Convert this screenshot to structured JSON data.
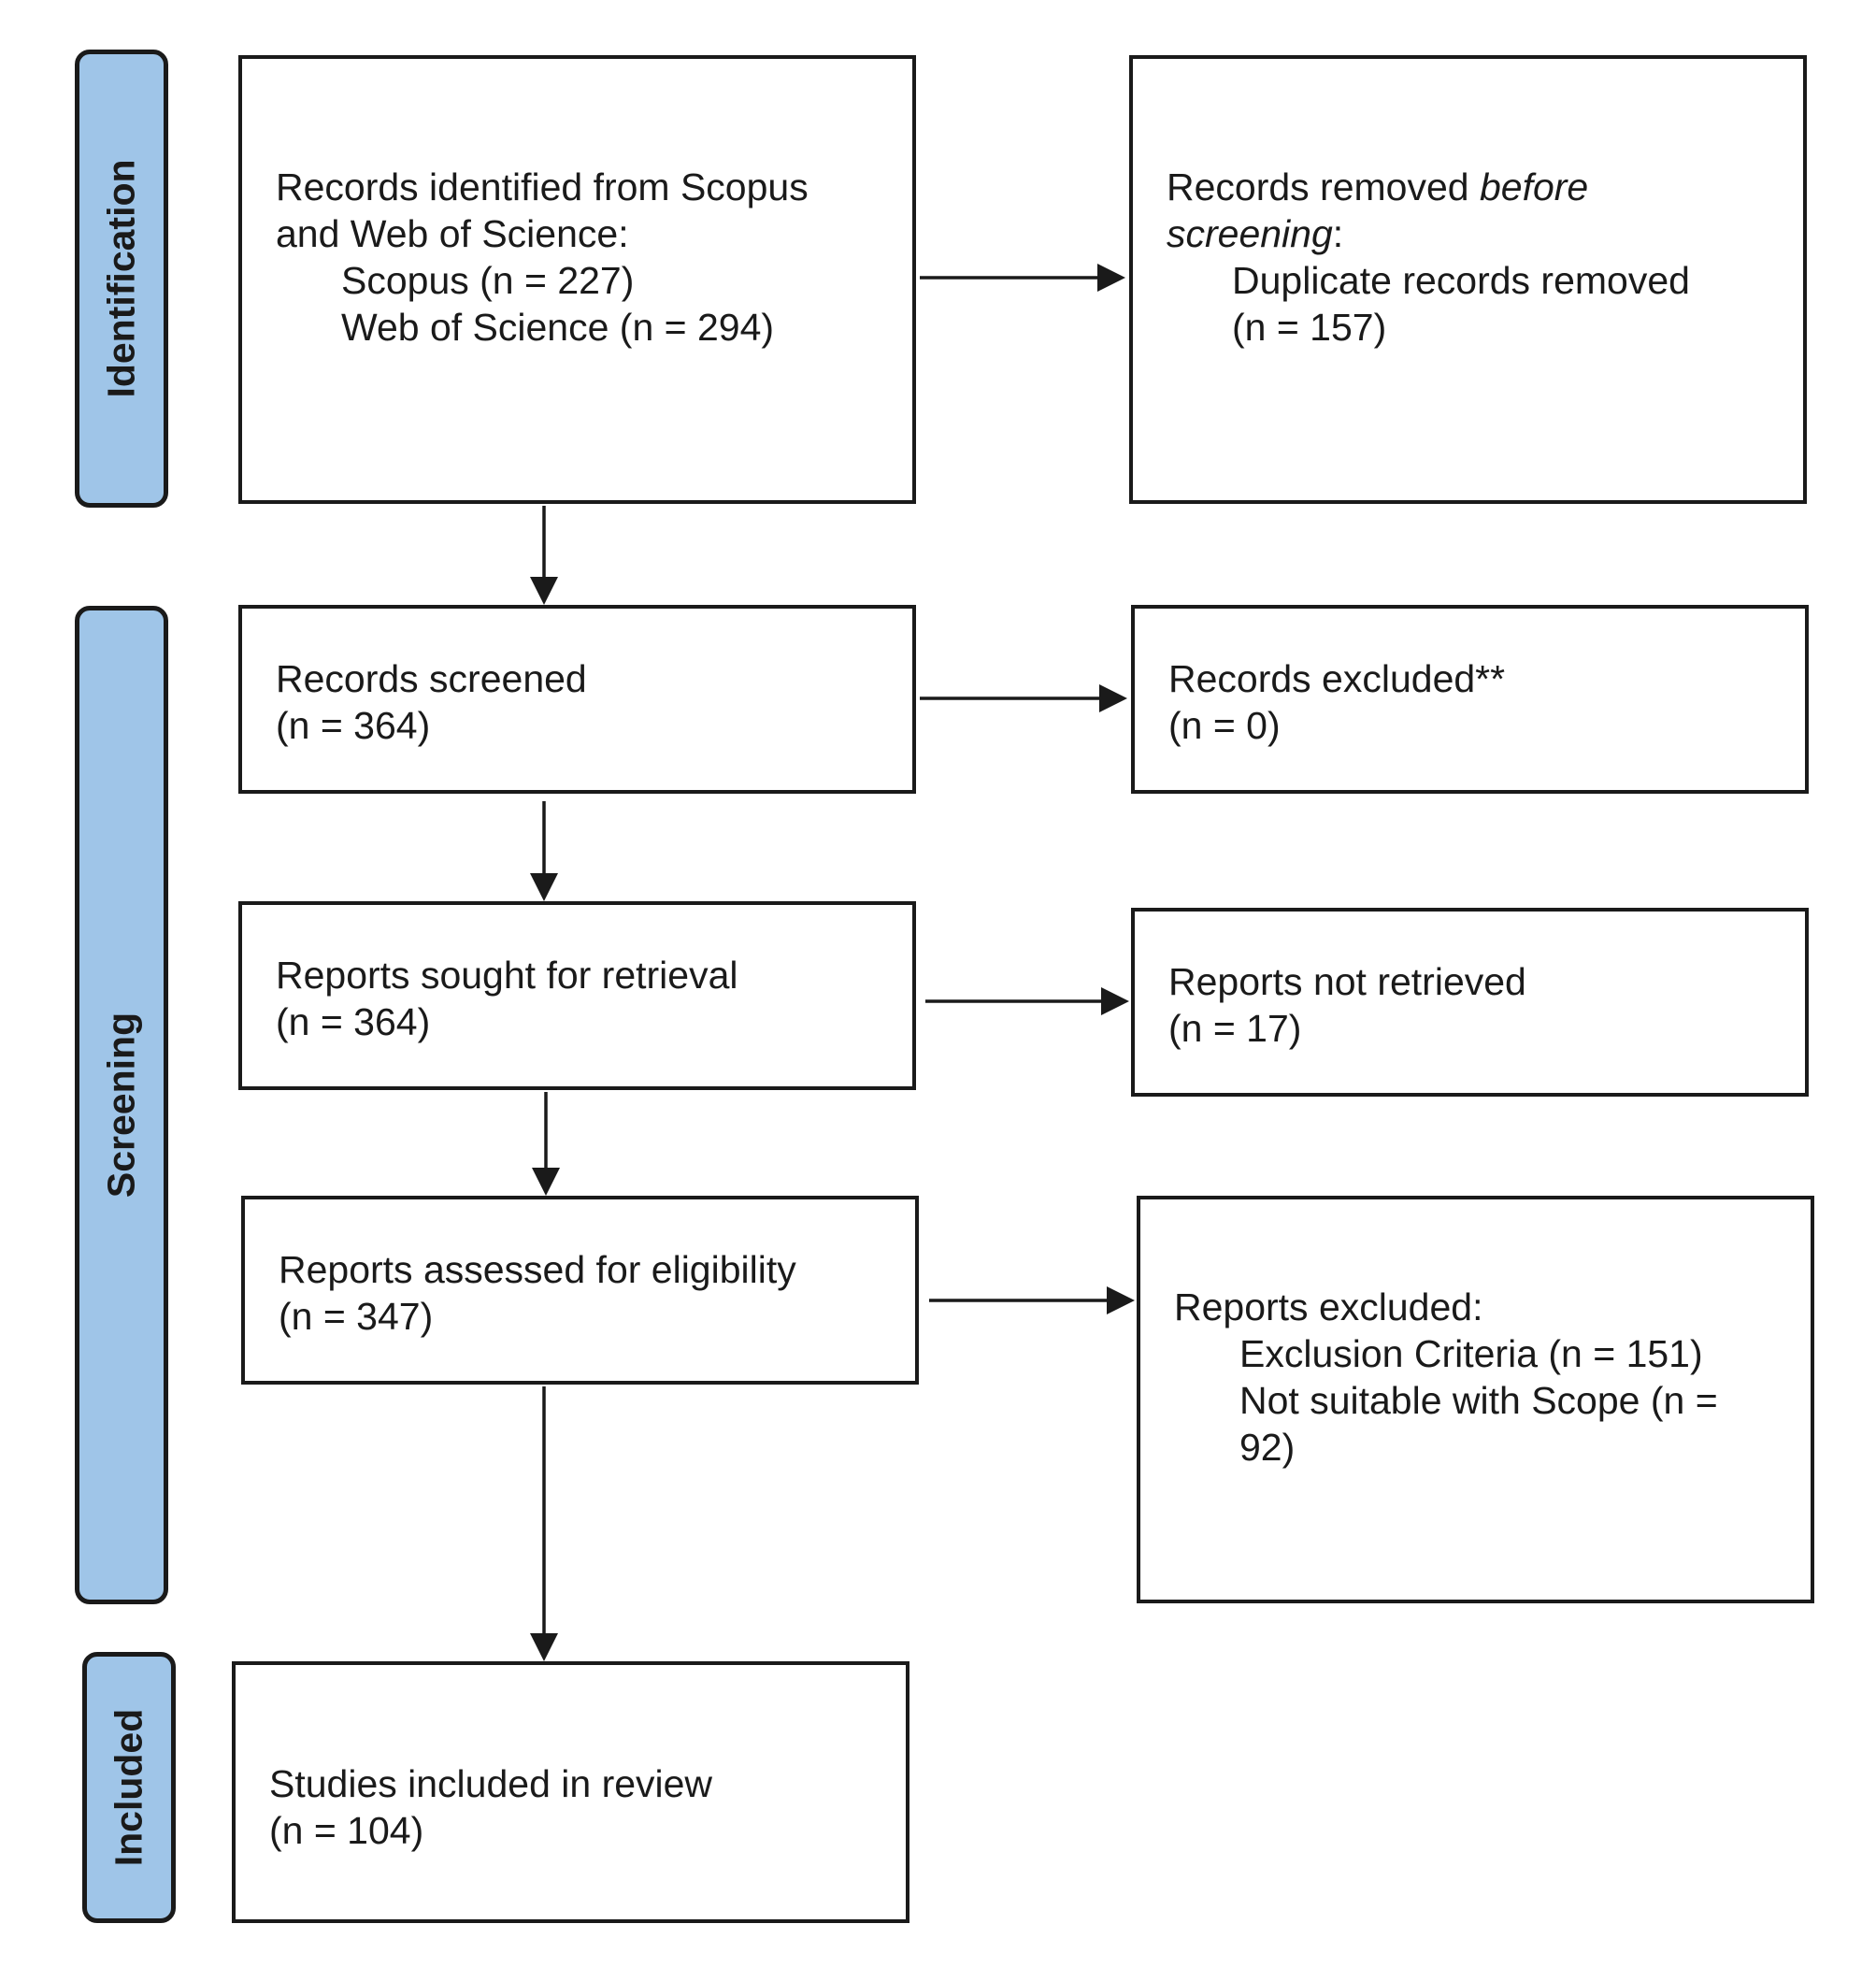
{
  "stages": {
    "identification": "Identification",
    "screening": "Screening",
    "included": "Included"
  },
  "identified": {
    "title": "Records identified from Scopus and Web of Science:",
    "scopus": "Scopus (n = 227)",
    "wos": "Web of Science (n = 294)"
  },
  "removed": {
    "title_prefix": "Records removed ",
    "title_italic": "before screening",
    "title_suffix": ":",
    "item_label": "Duplicate records removed",
    "item_count": "(n = 157)"
  },
  "screened": {
    "label": "Records screened",
    "count": "(n = 364)"
  },
  "excluded": {
    "label": "Records excluded**",
    "count": "(n = 0)"
  },
  "sought": {
    "label": "Reports sought for retrieval",
    "count": "(n = 364)"
  },
  "not_retrieved": {
    "label": "Reports not retrieved",
    "count": "(n = 17)"
  },
  "assessed": {
    "label": "Reports assessed for eligibility",
    "count": "(n = 347)"
  },
  "reports_excluded": {
    "title": "Reports excluded:",
    "criteria": "Exclusion Criteria (n = 151)",
    "scope": "Not suitable with Scope (n = 92)"
  },
  "included_box": {
    "label": "Studies included in review",
    "count": "(n = 104)"
  }
}
